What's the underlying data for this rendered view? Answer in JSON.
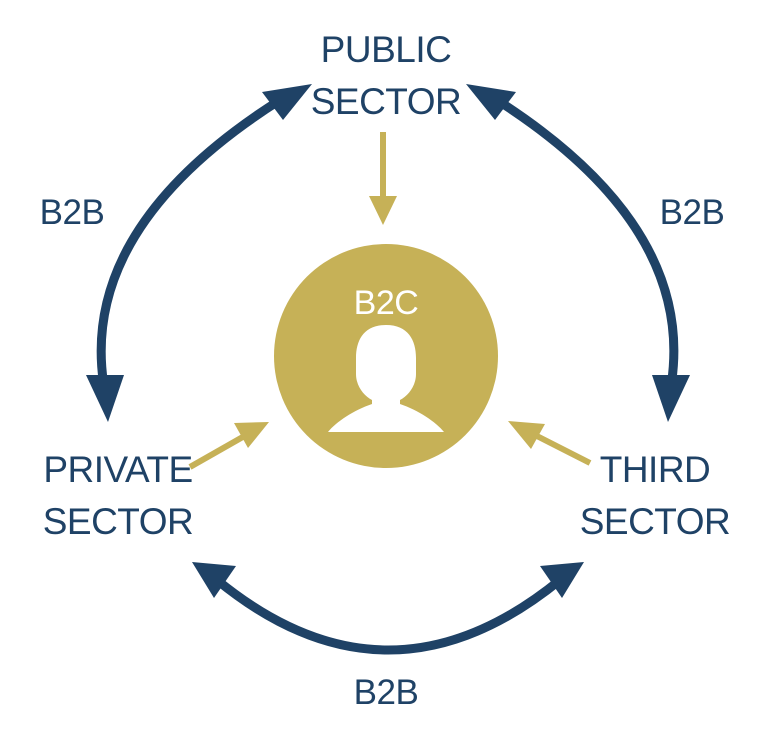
{
  "colors": {
    "navy": "#1f4266",
    "gold": "#c6b157",
    "white": "#ffffff"
  },
  "nodes": {
    "public": {
      "line1": "PUBLIC",
      "line2": "SECTOR"
    },
    "private": {
      "line1": "PRIVATE",
      "line2": "SECTOR"
    },
    "third": {
      "line1": "THIRD",
      "line2": "SECTOR"
    }
  },
  "center": {
    "label": "B2C",
    "icon": "person-silhouette-icon"
  },
  "edges": {
    "left": "B2B",
    "right": "B2B",
    "bottom": "B2B"
  }
}
